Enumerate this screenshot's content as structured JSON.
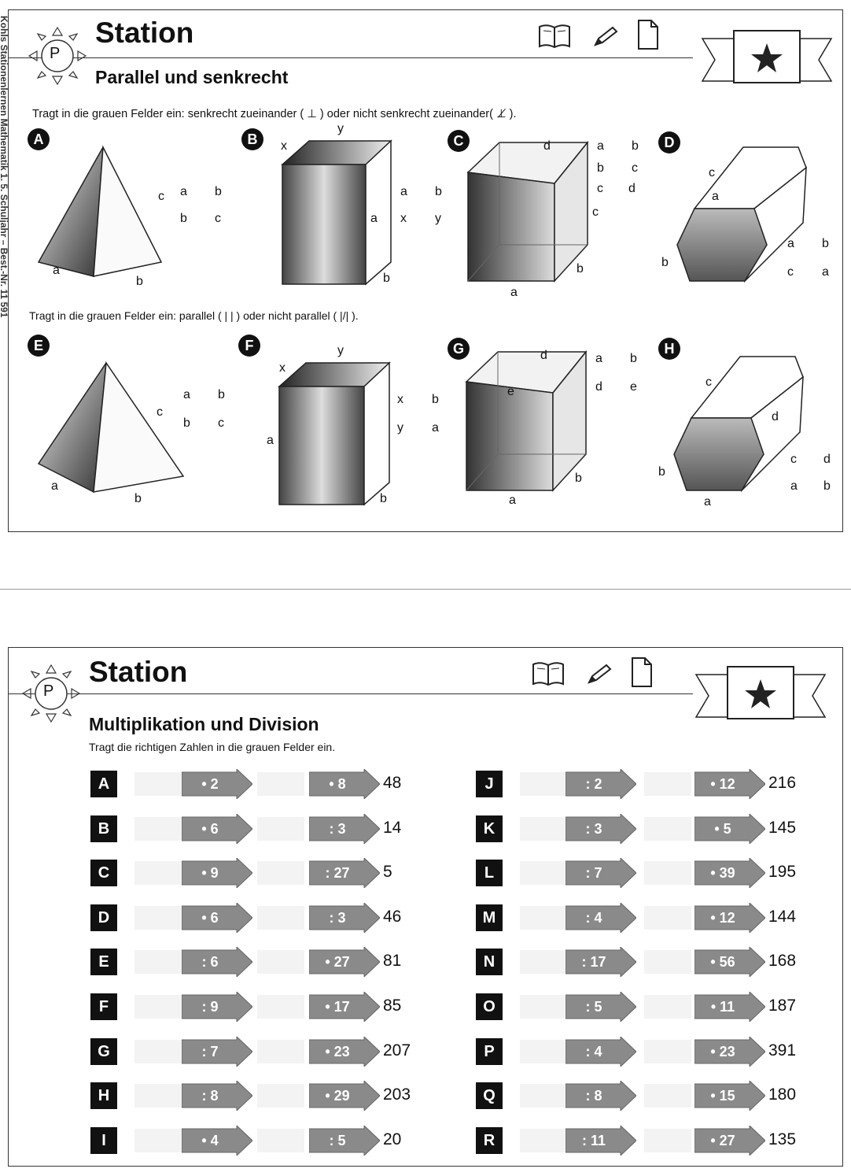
{
  "sidebar": {
    "text": "Kohls Stationenlernen Mathematik 1. 5. Schuljahr – Best.-Nr. 11 591"
  },
  "card1": {
    "title": "Station",
    "sun_letter": "P",
    "subtitle": "Parallel und senkrecht",
    "instruction1": "Tragt in die grauen Felder ein: senkrecht zueinander ( ⊥ ) oder nicht senkrecht zueinander( ⊥̸ ).",
    "instruction2": "Tragt in die grauen Felder ein: parallel ( | | ) oder nicht parallel ( |/| ).",
    "figures": [
      {
        "badge": "A",
        "labels": [
          "a",
          "b",
          "c"
        ],
        "pairs": [
          [
            "a",
            "b"
          ],
          [
            "b",
            "c"
          ]
        ]
      },
      {
        "badge": "B",
        "labels": [
          "x",
          "y",
          "a",
          "b"
        ],
        "pairs": [
          [
            "a",
            "b"
          ],
          [
            "x",
            "y"
          ]
        ]
      },
      {
        "badge": "C",
        "labels": [
          "d",
          "c",
          "b",
          "a"
        ],
        "pairs": [
          [
            "a",
            "b"
          ],
          [
            "b",
            "c"
          ],
          [
            "c",
            "d"
          ]
        ]
      },
      {
        "badge": "D",
        "labels": [
          "c",
          "a",
          "b"
        ],
        "pairs": [
          [
            "a",
            "b"
          ],
          [
            "c",
            "a"
          ]
        ]
      },
      {
        "badge": "E",
        "labels": [
          "a",
          "b",
          "c"
        ],
        "pairs": [
          [
            "a",
            "b"
          ],
          [
            "b",
            "c"
          ]
        ]
      },
      {
        "badge": "F",
        "labels": [
          "x",
          "y",
          "a",
          "b"
        ],
        "pairs": [
          [
            "x",
            "b"
          ],
          [
            "y",
            "a"
          ]
        ]
      },
      {
        "badge": "G",
        "labels": [
          "d",
          "e",
          "b",
          "a"
        ],
        "pairs": [
          [
            "a",
            "b"
          ],
          [
            "d",
            "e"
          ]
        ]
      },
      {
        "badge": "H",
        "labels": [
          "c",
          "d",
          "b",
          "a"
        ],
        "pairs": [
          [
            "c",
            "d"
          ],
          [
            "a",
            "b"
          ]
        ]
      }
    ]
  },
  "card2": {
    "title": "Station",
    "sun_letter": "P",
    "subtitle": "Multiplikation und Division",
    "instruction": "Tragt die richtigen Zahlen in die grauen Felder ein.",
    "left_rows": [
      {
        "letter": "A",
        "op1": "• 2",
        "op2": "• 8",
        "result": "48"
      },
      {
        "letter": "B",
        "op1": "• 6",
        "op2": ": 3",
        "result": "14"
      },
      {
        "letter": "C",
        "op1": "• 9",
        "op2": ": 27",
        "result": "5"
      },
      {
        "letter": "D",
        "op1": "• 6",
        "op2": ": 3",
        "result": "46"
      },
      {
        "letter": "E",
        "op1": ": 6",
        "op2": "• 27",
        "result": "81"
      },
      {
        "letter": "F",
        "op1": ": 9",
        "op2": "• 17",
        "result": "85"
      },
      {
        "letter": "G",
        "op1": ": 7",
        "op2": "• 23",
        "result": "207"
      },
      {
        "letter": "H",
        "op1": ": 8",
        "op2": "• 29",
        "result": "203"
      },
      {
        "letter": "I",
        "op1": "• 4",
        "op2": ": 5",
        "result": "20"
      }
    ],
    "right_rows": [
      {
        "letter": "J",
        "op1": ": 2",
        "op2": "• 12",
        "result": "216"
      },
      {
        "letter": "K",
        "op1": ": 3",
        "op2": "• 5",
        "result": "145"
      },
      {
        "letter": "L",
        "op1": ": 7",
        "op2": "• 39",
        "result": "195"
      },
      {
        "letter": "M",
        "op1": ": 4",
        "op2": "• 12",
        "result": "144"
      },
      {
        "letter": "N",
        "op1": ": 17",
        "op2": "• 56",
        "result": "168"
      },
      {
        "letter": "O",
        "op1": ": 5",
        "op2": "• 11",
        "result": "187"
      },
      {
        "letter": "P",
        "op1": ": 4",
        "op2": "• 23",
        "result": "391"
      },
      {
        "letter": "Q",
        "op1": ": 8",
        "op2": "• 15",
        "result": "180"
      },
      {
        "letter": "R",
        "op1": ": 11",
        "op2": "• 27",
        "result": "135"
      }
    ]
  },
  "icons": [
    "book-icon",
    "pencil-icon",
    "page-icon",
    "star-ribbon-icon",
    "sun-icon"
  ]
}
